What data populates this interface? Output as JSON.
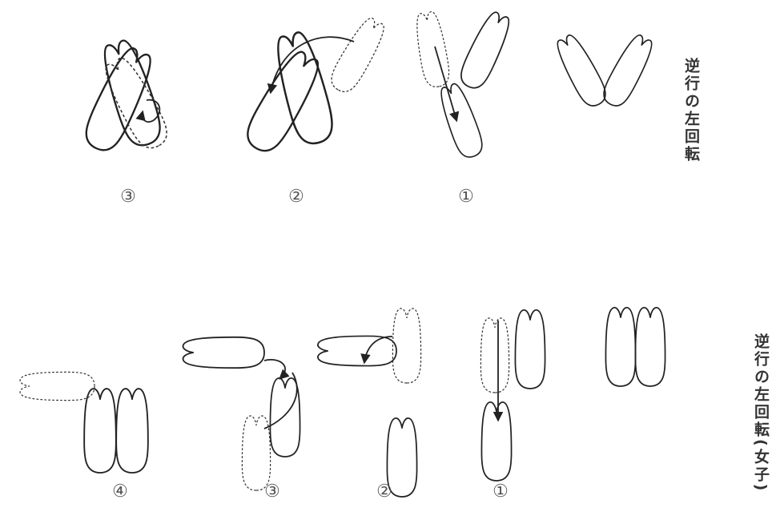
{
  "top_row": {
    "title": "逆行の左回転",
    "steps": [
      "③",
      "②",
      "①"
    ]
  },
  "bottom_row": {
    "title": "逆行の左回転(女子)",
    "steps": [
      "④",
      "③",
      "②",
      "①"
    ]
  }
}
